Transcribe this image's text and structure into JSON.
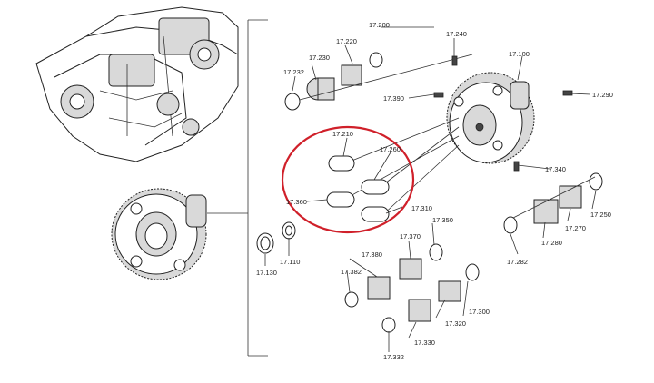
{
  "colors": {
    "highlight": "#d0202a",
    "line": "#333333",
    "part_fill": "#d9d9d9"
  },
  "labels": {
    "p17_200": "17.200",
    "p17_220": "17.220",
    "p17_230": "17.230",
    "p17_232": "17.232",
    "p17_240": "17.240",
    "p17_100": "17.100",
    "p17_390": "17.390",
    "p17_290": "17.290",
    "p17_210": "17.210",
    "p17_260": "17.260",
    "p17_360": "17.360",
    "p17_310": "17.310",
    "p17_340": "17.340",
    "p17_350": "17.350",
    "p17_370": "17.370",
    "p17_380": "17.380",
    "p17_382": "17.382",
    "p17_250": "17.250",
    "p17_270": "17.270",
    "p17_280": "17.280",
    "p17_282": "17.282",
    "p17_300": "17.300",
    "p17_320": "17.320",
    "p17_330": "17.330",
    "p17_332": "17.332",
    "p17_110": "17.110",
    "p17_130": "17.130"
  }
}
